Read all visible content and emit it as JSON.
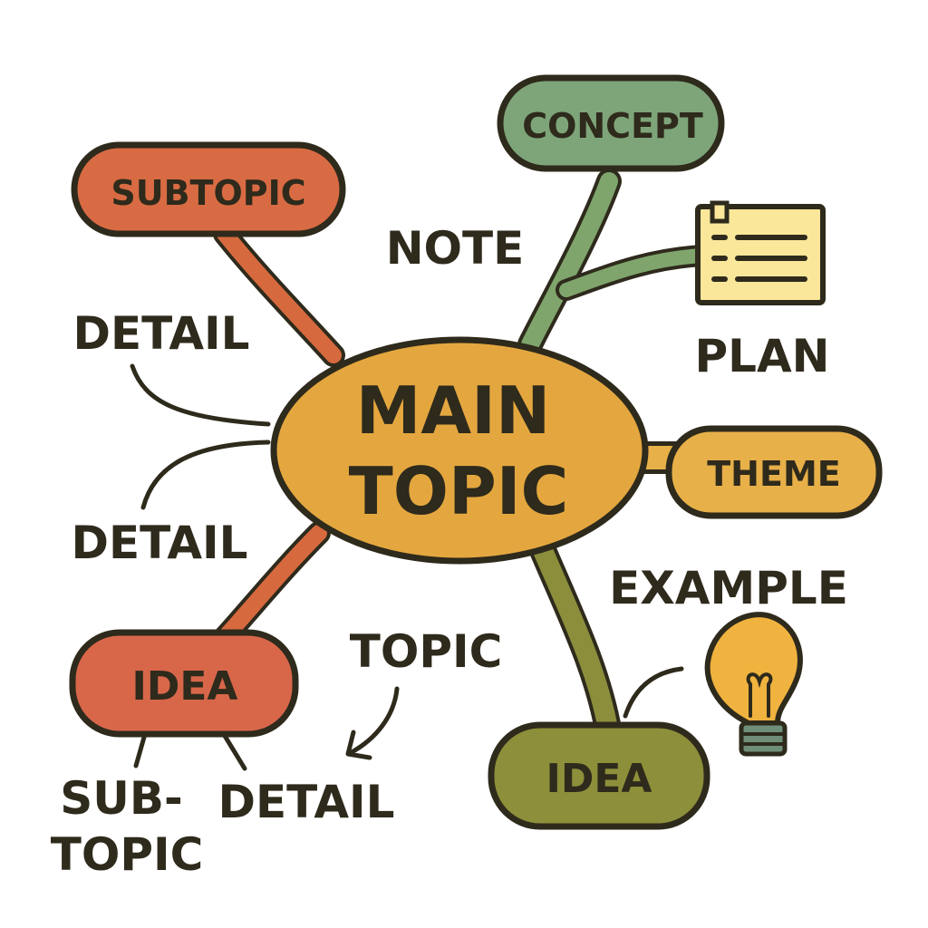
{
  "colors": {
    "outline": "#2e2a1c",
    "main_fill": "#e4a73f",
    "subtopic_fill": "#d86b43",
    "concept_fill": "#7ea579",
    "theme_fill": "#e8b048",
    "idea_left_fill": "#d8674a",
    "idea_right_fill": "#8d8f3a",
    "note_paper": "#fbe79a",
    "bulb": "#f0b33f",
    "bulb_base": "#6f8f7a",
    "branch_red": "#d66a3e",
    "branch_green": "#7fa56c",
    "branch_olive": "#8c8e3c"
  },
  "diagram": {
    "main_line1": "MAIN",
    "main_line2": "TOPIC",
    "subtopic": "SUBTOPIC",
    "concept": "CONCEPT",
    "theme": "THEME",
    "idea_left": "IDEA",
    "idea_right": "IDEA",
    "note": "NOTE",
    "plan": "PLAN",
    "detail_top": "DETAIL",
    "detail_mid": "DETAIL",
    "detail_bottom": "DETAIL",
    "example": "EXAMPLE",
    "topic": "TOPIC",
    "sub_line1": "SUB-",
    "sub_line2": "TOPIC"
  },
  "icons": {
    "note_card": "note-list-icon",
    "bulb": "lightbulb-icon",
    "arrow": "curved-arrow-icon"
  }
}
